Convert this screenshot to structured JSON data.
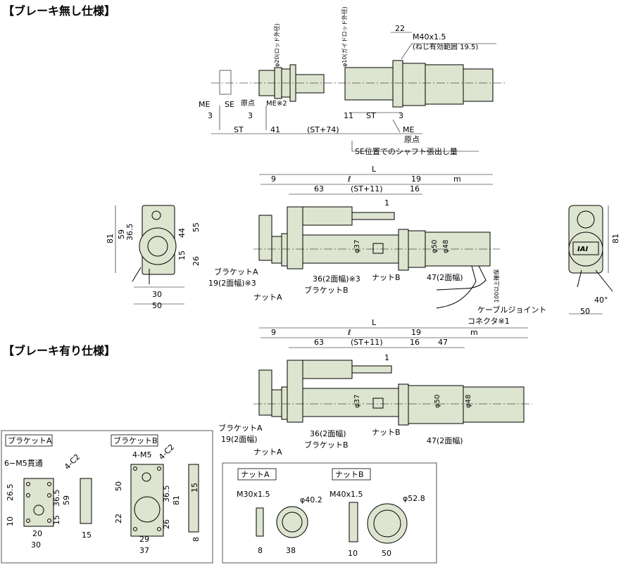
{
  "titles": {
    "no_brake": "【ブレーキ無し仕様】",
    "with_brake": "【ブレーキ有り仕様】"
  },
  "top_detail": {
    "dims": [
      "22",
      "ME",
      "SE",
      "3",
      "3",
      "ST",
      "41",
      "(ST+74)",
      "11",
      "ST",
      "3"
    ],
    "labels": {
      "rod_dia": "φ20(ロッド外径)",
      "guide_rod_dia": "φ10(ガイドロッド外径)",
      "thread": "M40x1.5",
      "thread_range": "(ねじ有効範囲 19.5)",
      "origin_left": "原点",
      "me2": "ME※2",
      "me_right": "ME",
      "origin_right": "原点",
      "se_note": "SE位置でのシャフト張出し量"
    }
  },
  "side_view": {
    "dims": [
      "L",
      "9",
      "ℓ",
      "19",
      "m",
      "63",
      "(ST+11)",
      "16",
      "1",
      "φ37",
      "φ50",
      "φ48"
    ],
    "labels": {
      "bracket_a": "ブラケットA",
      "w19": "19(2面幅)※3",
      "nut_a": "ナットA",
      "w36": "36(2面幅)※3",
      "bracket_b": "ブラケットB",
      "nut_b": "ナットB",
      "w47": "47(2面幅)",
      "cable_len": "100以上確保",
      "cable_joint": "ケーブルジョイント",
      "connector": "コネクタ※1"
    }
  },
  "front_view": {
    "dims": [
      "81",
      "59",
      "36.5",
      "44",
      "55",
      "15",
      "26",
      "30",
      "50"
    ]
  },
  "rear_view": {
    "dims": [
      "81",
      "50",
      "40°"
    ],
    "logo": "IAI"
  },
  "brake_view": {
    "dims": [
      "L",
      "9",
      "ℓ",
      "19",
      "m",
      "63",
      "(ST+11)",
      "16",
      "47",
      "1",
      "φ37",
      "φ50",
      "φ48"
    ],
    "labels": {
      "bracket_a": "ブラケットA",
      "w19": "19(2面幅)",
      "nut_a": "ナットA",
      "w36": "36(2面幅)",
      "bracket_b": "ブラケットB",
      "nut_b": "ナットB",
      "w47": "47(2面幅)"
    }
  },
  "bracket_box": {
    "title_a": "ブラケットA",
    "title_b": "ブラケットB",
    "a": {
      "note_holes": "6−M5貫通",
      "note_chamfer": "4-C2",
      "dims": [
        "26.5",
        "10",
        "36.5",
        "59",
        "15",
        "20",
        "30",
        "15"
      ]
    },
    "b": {
      "note_holes": "4-M5",
      "note_chamfer": "4-C2",
      "dims": [
        "50",
        "22",
        "36.5",
        "81",
        "26",
        "15",
        "29",
        "37",
        "8"
      ]
    }
  },
  "nut_box": {
    "title_a": "ナットA",
    "title_b": "ナットB",
    "a": {
      "thread": "M30x1.5",
      "dia": "φ40.2",
      "w": "8",
      "d": "38"
    },
    "b": {
      "thread": "M40x1.5",
      "dia": "φ52.8",
      "w": "10",
      "d": "50"
    }
  }
}
